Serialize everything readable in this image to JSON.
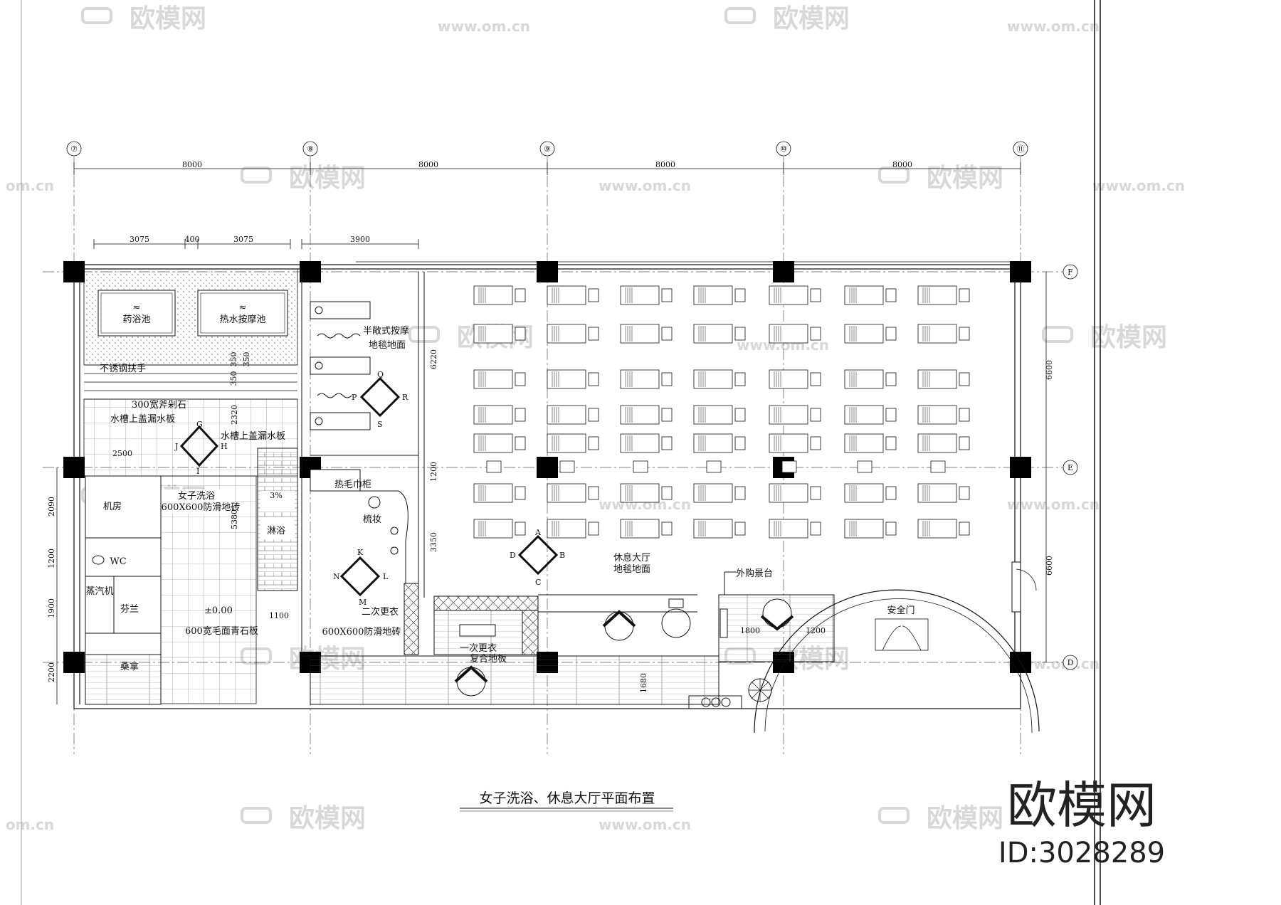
{
  "title": "女子洗浴、休息大厅平面布置",
  "brand": {
    "name": "欧模网",
    "id": "ID:3028289"
  },
  "watermark": {
    "text": "欧模网",
    "url": "www.om.cn",
    "url_short": "om.cn"
  },
  "axes_top": [
    "⑦",
    "⑧",
    "⑨",
    "⑩",
    "⑪"
  ],
  "axes_right": [
    "F",
    "E",
    "D"
  ],
  "dims_top": [
    "8000",
    "8000",
    "8000",
    "8000"
  ],
  "dims_sub": {
    "a": "3075",
    "b": "400",
    "c": "3075",
    "d": "3900"
  },
  "dims_left": [
    "2090",
    "1200",
    "1900",
    "2200"
  ],
  "dims_right": [
    "6600",
    "6600"
  ],
  "dims_misc": {
    "d350a": "350",
    "d350b": "350",
    "d350c": "350",
    "d2320": "2320",
    "d2500": "2500",
    "d5380": "5380",
    "d1100": "1100",
    "d6220": "6220",
    "d1200": "1200",
    "d3350": "3350",
    "d1680": "1680",
    "d1800": "1800",
    "d1200b": "1200",
    "pct": "3%",
    "level": "±0.00"
  },
  "rooms": {
    "herbal_pool": "药浴池",
    "hot_pool": "热水按摩池",
    "rail": "不锈钢扶手",
    "stone300": "300宽斧剁石",
    "drain_a": "水槽上盖漏水板",
    "drain_b": "水槽上盖漏水板",
    "women_bath": "女子洗浴",
    "tile_a": "600X600防滑地砖",
    "machine": "机房",
    "wc": "WC",
    "steam": "蒸汽机",
    "sauna_f": "芬兰",
    "sauna": "桑拿",
    "shower": "淋浴",
    "bluestone": "600宽毛面青石板",
    "massage": "半敞式按摩",
    "carpet_a": "地毯地面",
    "towel": "热毛巾柜",
    "makeup": "梳妆",
    "change2": "二次更衣",
    "tile_b": "600X600防滑地砖",
    "change1": "一次更衣",
    "composite": "复合地板",
    "lounge": "休息大厅",
    "carpet_b": "地毯地面",
    "bar": "外购景台",
    "exit": "安全门"
  },
  "fixture_letters": {
    "g": "G",
    "h": "H",
    "i": "I",
    "j": "J",
    "q": "Q",
    "r": "R",
    "s": "S",
    "p": "P",
    "k": "K",
    "l": "L",
    "m": "M",
    "n": "N",
    "a": "A",
    "b": "B",
    "c": "C",
    "d": "D"
  }
}
